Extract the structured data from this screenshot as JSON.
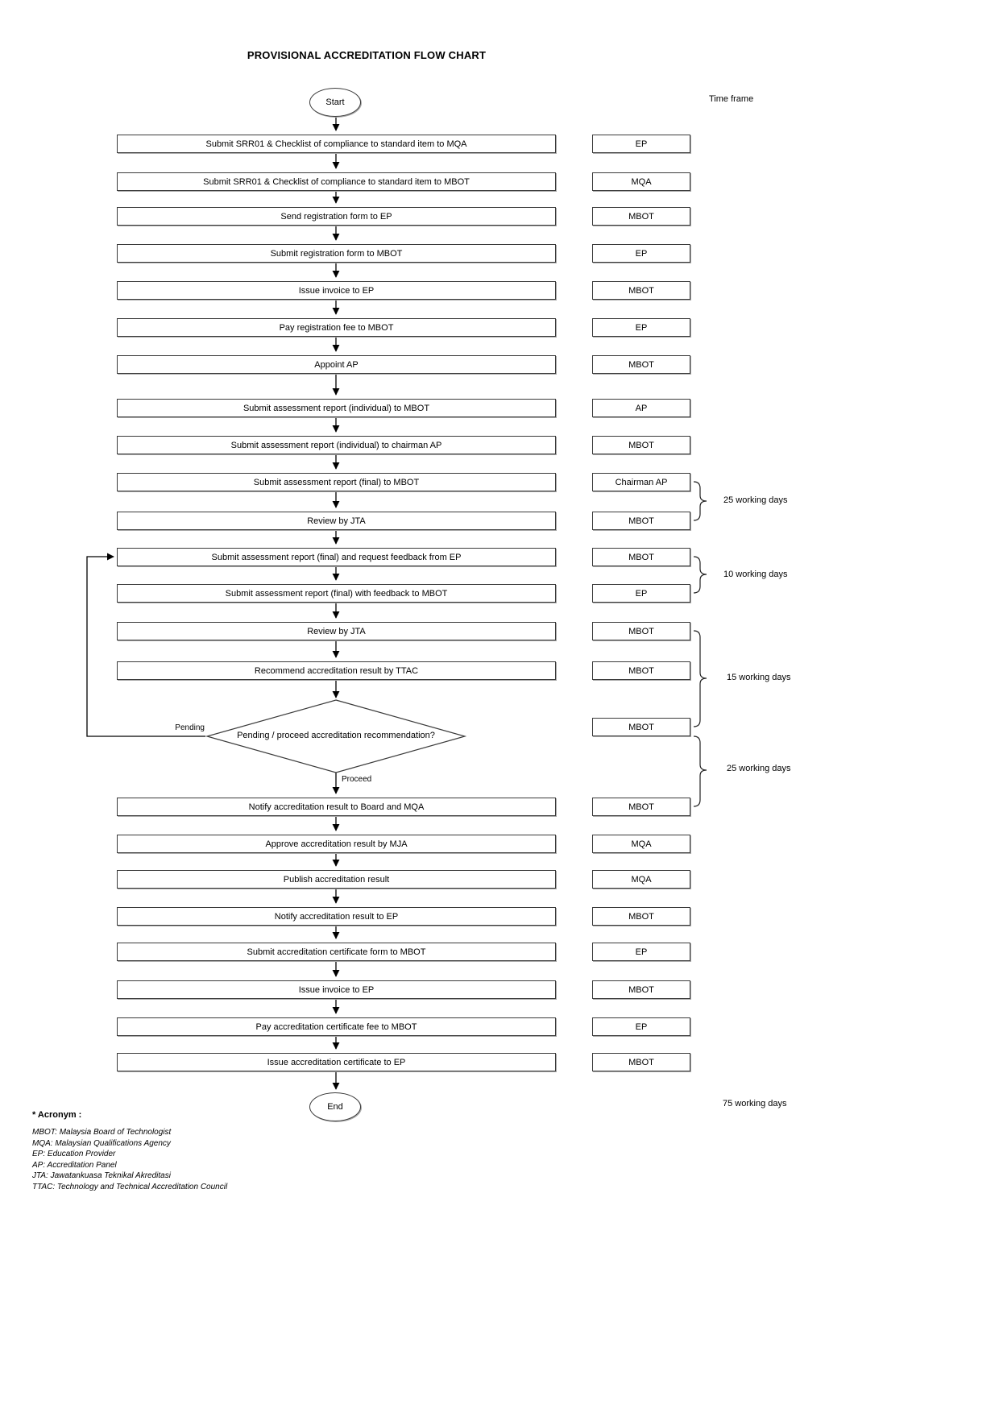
{
  "title": "PROVISIONAL ACCREDITATION FLOW CHART",
  "timeframe_header": "Time frame",
  "start_label": "Start",
  "end_label": "End",
  "rows": [
    {
      "step": "Submit SRR01 & Checklist of compliance to standard item to MQA",
      "actor": "EP"
    },
    {
      "step": "Submit SRR01 & Checklist of compliance to standard item to MBOT",
      "actor": "MQA"
    },
    {
      "step": "Send registration form to EP",
      "actor": "MBOT"
    },
    {
      "step": "Submit registration form to MBOT",
      "actor": "EP"
    },
    {
      "step": "Issue invoice to EP",
      "actor": "MBOT"
    },
    {
      "step": "Pay registration fee to MBOT",
      "actor": "EP"
    },
    {
      "step": "Appoint AP",
      "actor": "MBOT"
    },
    {
      "step": "Submit assessment report (individual) to MBOT",
      "actor": "AP"
    },
    {
      "step": "Submit assessment report (individual) to chairman AP",
      "actor": "MBOT"
    },
    {
      "step": "Submit assessment report (final) to MBOT",
      "actor": "Chairman AP"
    },
    {
      "step": "Review by JTA",
      "actor": "MBOT"
    },
    {
      "step": "Submit assessment report (final) and request feedback from EP",
      "actor": "MBOT"
    },
    {
      "step": "Submit assessment report (final) with feedback to MBOT",
      "actor": "EP"
    },
    {
      "step": "Review by JTA",
      "actor": "MBOT"
    },
    {
      "step": "Recommend accreditation result by TTAC",
      "actor": "MBOT"
    },
    {
      "step": "Notify accreditation result to Board and MQA",
      "actor": "MBOT"
    },
    {
      "step": "Approve accreditation result by MJA",
      "actor": "MQA"
    },
    {
      "step": "Publish accreditation result",
      "actor": "MQA"
    },
    {
      "step": "Notify accreditation result to EP",
      "actor": "MBOT"
    },
    {
      "step": "Submit accreditation certificate form to MBOT",
      "actor": "EP"
    },
    {
      "step": "Issue invoice to EP",
      "actor": "MBOT"
    },
    {
      "step": "Pay accreditation certificate fee to MBOT",
      "actor": "EP"
    },
    {
      "step": "Issue accreditation certificate to EP",
      "actor": "MBOT"
    }
  ],
  "decision": {
    "question": "Pending / proceed accreditation recommendation?",
    "actor": "MBOT",
    "pending_label": "Pending",
    "proceed_label": "Proceed"
  },
  "timeframes": {
    "t1": "25 working days",
    "t2": "10 working days",
    "t3": "15 working days",
    "t4": "25 working days",
    "total": "75 working days"
  },
  "legend": {
    "header": "* Acronym :",
    "items": [
      "MBOT: Malaysia Board of Technologist",
      "MQA: Malaysian Qualifications Agency",
      "EP: Education Provider",
      "AP: Accreditation Panel",
      "JTA: Jawatankuasa Teknikal Akreditasi",
      "TTAC: Technology and Technical Accreditation Council"
    ]
  }
}
